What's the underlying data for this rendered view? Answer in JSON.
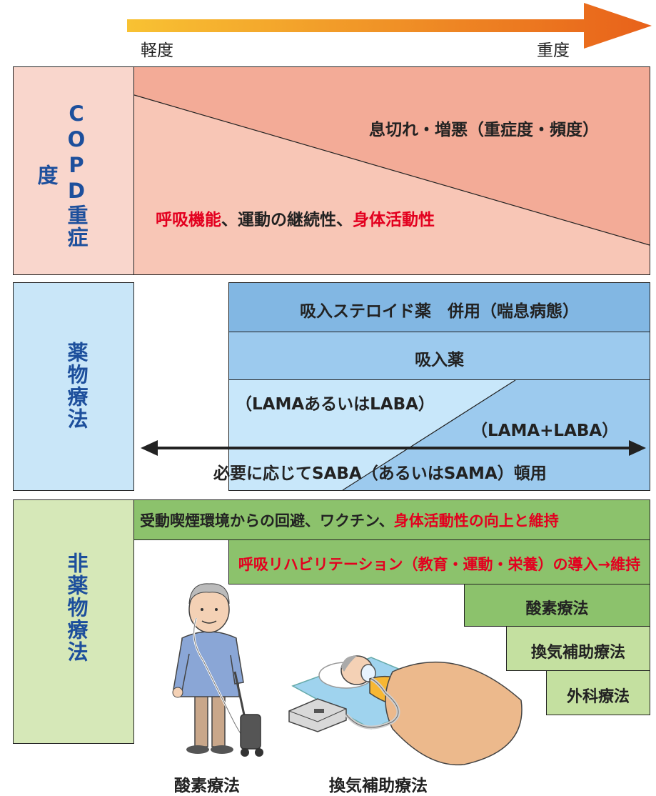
{
  "severity_axis": {
    "mild_label": "軽度",
    "severe_label": "重度"
  },
  "copd_section": {
    "label": "COPD重症度",
    "dyspnea_text": "息切れ・増悪（重症度・頻度）",
    "function_text": {
      "part1": "呼吸機能",
      "part2": "、運動の継続性、",
      "part3": "身体活動性"
    }
  },
  "drug_section": {
    "label": "薬物療法",
    "ics_text": "吸入ステロイド薬　併用（喘息病態）",
    "inhaled_text": "吸入薬",
    "lama_or_laba_text": "（LAMAあるいはLABA）",
    "lama_plus_laba_text": "（LAMA+LABA）",
    "saba_text": "必要に応じてSABA（あるいはSAMA）頓用"
  },
  "nondrug_section": {
    "label": "非薬物療法",
    "row1": {
      "part1": "受動喫煙環境からの回避、ワクチン、",
      "part2": "身体活動性の向上と維持"
    },
    "row2": "呼吸リハビリテーション（教育・運動・栄養）の導入→維持",
    "row3": "酸素療法",
    "row4": "換気補助療法",
    "row5": "外科療法"
  },
  "illustrations": {
    "oxygen_caption": "酸素療法",
    "ventilation_caption": "換気補助療法"
  },
  "colors": {
    "copd_label_bg": "#f9d6cc",
    "copd_upper": "#f3ab97",
    "copd_lower": "#f8c6b6",
    "drug_label_bg": "#c9e6f8",
    "drug_dark": "#82b7e3",
    "drug_mid": "#9ccaee",
    "drug_light": "#c8e7fa",
    "nondrug_label_bg": "#d6e8b8",
    "nondrug_green": "#8cc26c",
    "nondrug_light": "#c4e0a0",
    "label_blue": "#1d4f9c",
    "accent_red": "#e3001f"
  }
}
